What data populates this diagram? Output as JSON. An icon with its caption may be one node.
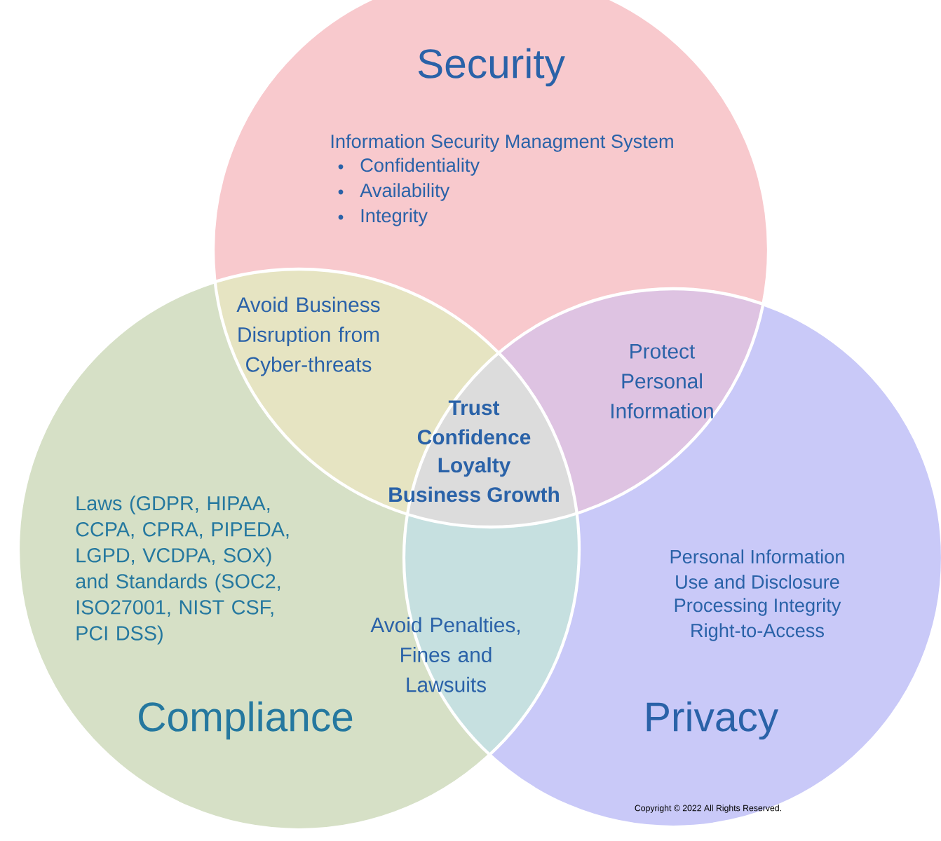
{
  "diagram": {
    "nodes": [
      {
        "text": [
          "Security",
          "Information Security Managment System",
          "Confidentiality",
          "Availability",
          "Integrity"
        ]
      },
      {
        "text": [
          "Laws (GDPR, HIPAA, CCPA, CPRA, PIPEDA, LGPD, VCDPA, SOX) and Standards (SOC2, ISO27001, NIST CSF, PCI DSS)",
          "Compliance"
        ]
      },
      {
        "text": [
          "Personal Information",
          "Use and Disclosure",
          "Processing Integrity",
          "Right-to-Access",
          "Privacy"
        ]
      }
    ],
    "labels": [
      "Avoid Business Disruption from Cyber-threats",
      "Protect Personal Information",
      "Trust",
      "Confidence",
      "Loyalty",
      "Business Growth",
      "Avoid Penalties, Fines and Lawsuits",
      "Copyright © 2022 All Rights Reserved."
    ]
  }
}
